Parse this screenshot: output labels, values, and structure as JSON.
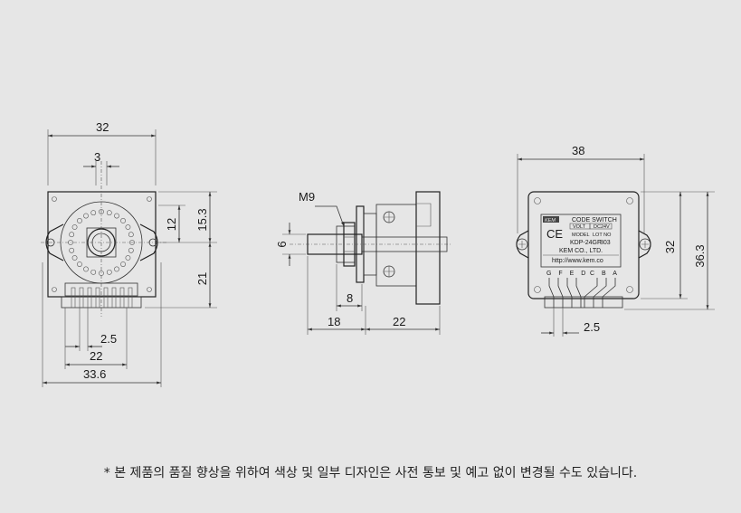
{
  "front_view": {
    "dim_width": "32",
    "dim_shaft_gap": "3",
    "dim_inner_height": "12",
    "dim_height": "15.3",
    "dim_lower": "21",
    "dim_pin_pitch": "2.5",
    "dim_pin_span": "22",
    "dim_overall_width": "33.6"
  },
  "side_view": {
    "thread_label": "M9",
    "dim_shaft_dia": "6",
    "dim_thread_len": "8",
    "dim_shaft_len": "18",
    "dim_body_len": "22"
  },
  "back_view": {
    "dim_width": "38",
    "dim_height": "32",
    "dim_overall_height": "36.3",
    "dim_pin_pitch": "2.5",
    "label": {
      "brand": "KEM",
      "title": "CODE SWITCH",
      "volt": "VOLT",
      "rating": "DC24V",
      "mark": "CE",
      "model_hdr": "MODEL",
      "lot_hdr": "LOT NO",
      "model": "KDP-24GF",
      "lot": "803",
      "company": "KEM CO., LTD.",
      "url": "http://www.kem.co"
    },
    "pins_left": "G F E D",
    "pins_right": "C B A"
  },
  "notice": "* 본 제품의 품질 향상을 위하여 색상 및 일부 디자인은 사전 통보 및 예고 없이 변경될 수도 있습니다."
}
